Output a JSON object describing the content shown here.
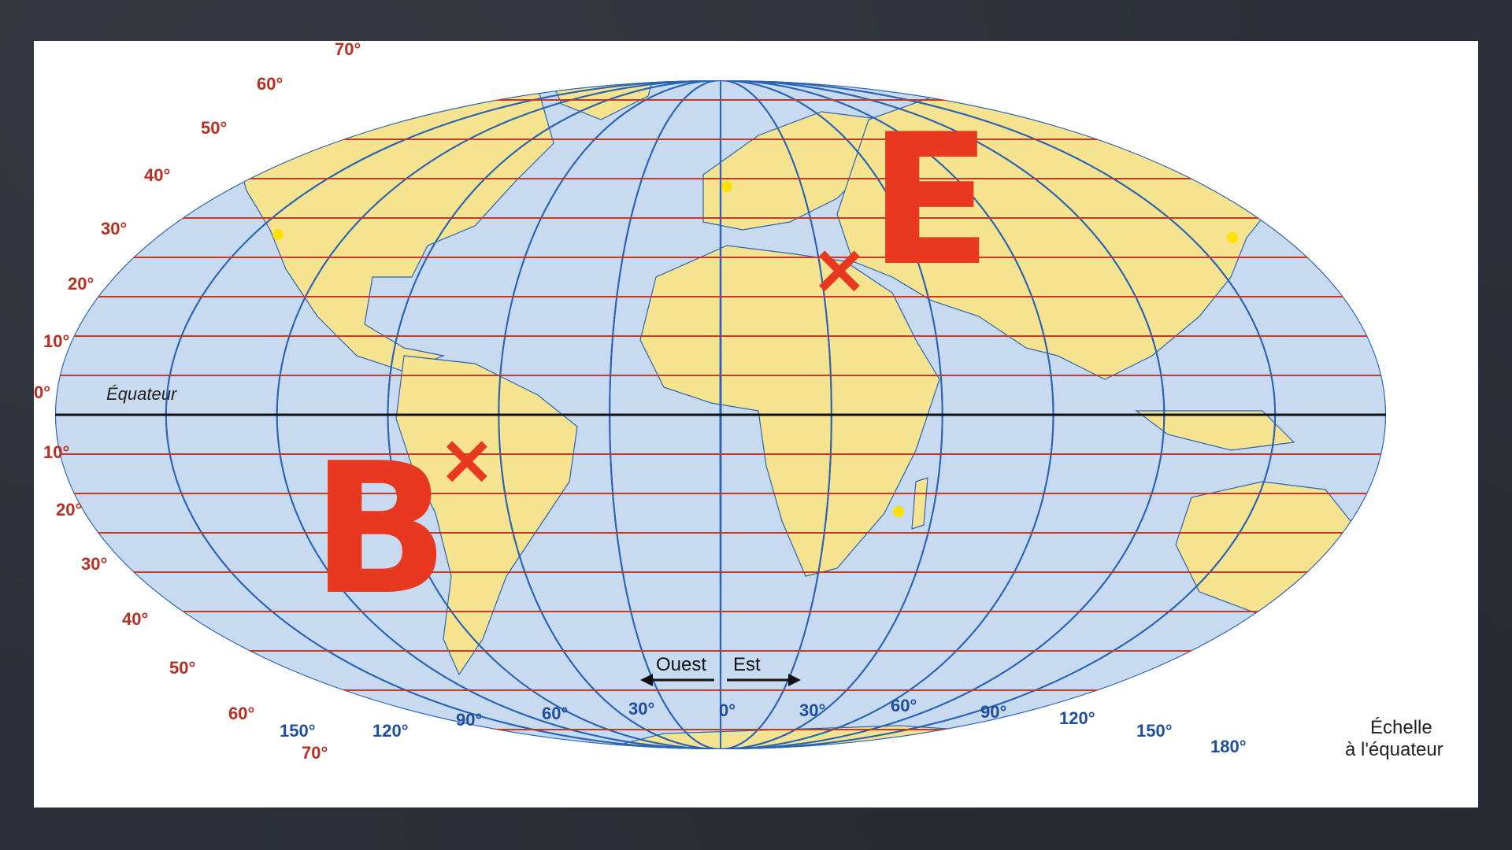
{
  "slide": {
    "background_color": "#2d3038"
  },
  "map": {
    "colors": {
      "ocean": "#c8daf0",
      "land": "#f5e38f",
      "meridian": "#2a64b4",
      "parallel": "#c0392b",
      "equator": "#111111",
      "marker": "#e8381f",
      "city_dot": "#ffe000"
    },
    "equator_label": "Équateur",
    "latitude_labels_north": [
      "70°",
      "60°",
      "50°",
      "40°",
      "30°",
      "20°",
      "10°"
    ],
    "equator_value": "0°",
    "latitude_labels_south": [
      "10°",
      "20°",
      "30°",
      "40°",
      "50°",
      "60°",
      "70°"
    ],
    "longitude_labels_west": [
      "150°",
      "120°",
      "90°",
      "60°",
      "30°"
    ],
    "longitude_label_zero": "0°",
    "longitude_labels_east": [
      "30°",
      "60°",
      "90°",
      "120°",
      "150°",
      "180°"
    ],
    "direction_west": "Ouest",
    "direction_east": "Est",
    "scale_line1": "Échelle",
    "scale_line2": "à l'équateur",
    "markers": [
      {
        "letter": "E",
        "cross": "×"
      },
      {
        "letter": "B",
        "cross": "×"
      }
    ]
  }
}
